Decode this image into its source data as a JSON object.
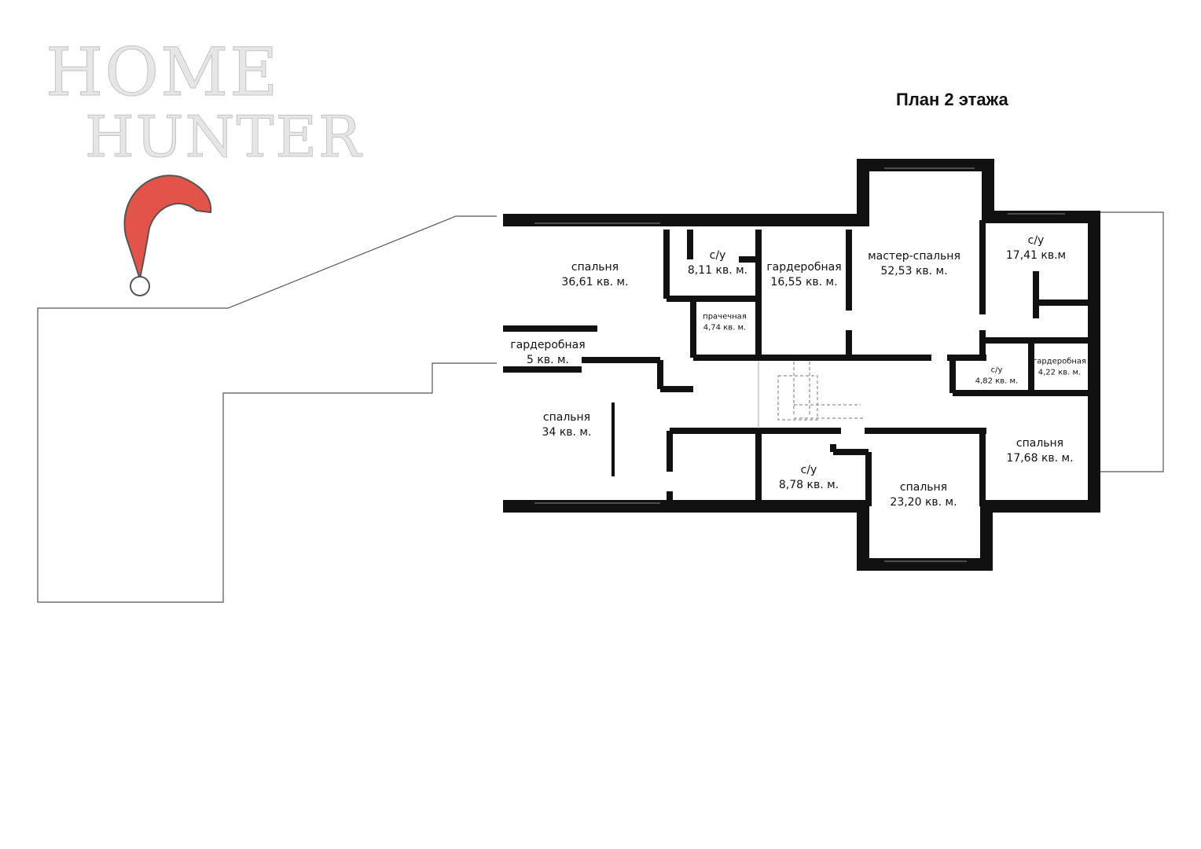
{
  "title": "План 2 этажа",
  "logo": {
    "line1": "HOME",
    "line2": "HUNTER"
  },
  "colors": {
    "wall": "#111111",
    "outline": "#555555",
    "hat_red": "#e2534a",
    "watermark": "#d8d8d8"
  },
  "rooms": [
    {
      "name": "спальня",
      "area": "36,61 кв. м."
    },
    {
      "name": "с/у",
      "area": "8,11 кв. м."
    },
    {
      "name": "гардеробная",
      "area": "16,55 кв. м."
    },
    {
      "name": "мастер-спальня",
      "area": "52,53 кв. м."
    },
    {
      "name": "с/у",
      "area": "17,41 кв.м"
    },
    {
      "name": "прачечная",
      "area": "4,74 кв. м."
    },
    {
      "name": "гардеробная",
      "area": "5 кв. м."
    },
    {
      "name": "с/у",
      "area": "4,82 кв. м."
    },
    {
      "name": "гардеробная",
      "area": "4,22 кв. м."
    },
    {
      "name": "спальня",
      "area": "34 кв. м."
    },
    {
      "name": "спальня",
      "area": "17,68 кв. м."
    },
    {
      "name": "с/у",
      "area": "8,78 кв. м."
    },
    {
      "name": "спальня",
      "area": "23,20 кв. м."
    }
  ]
}
